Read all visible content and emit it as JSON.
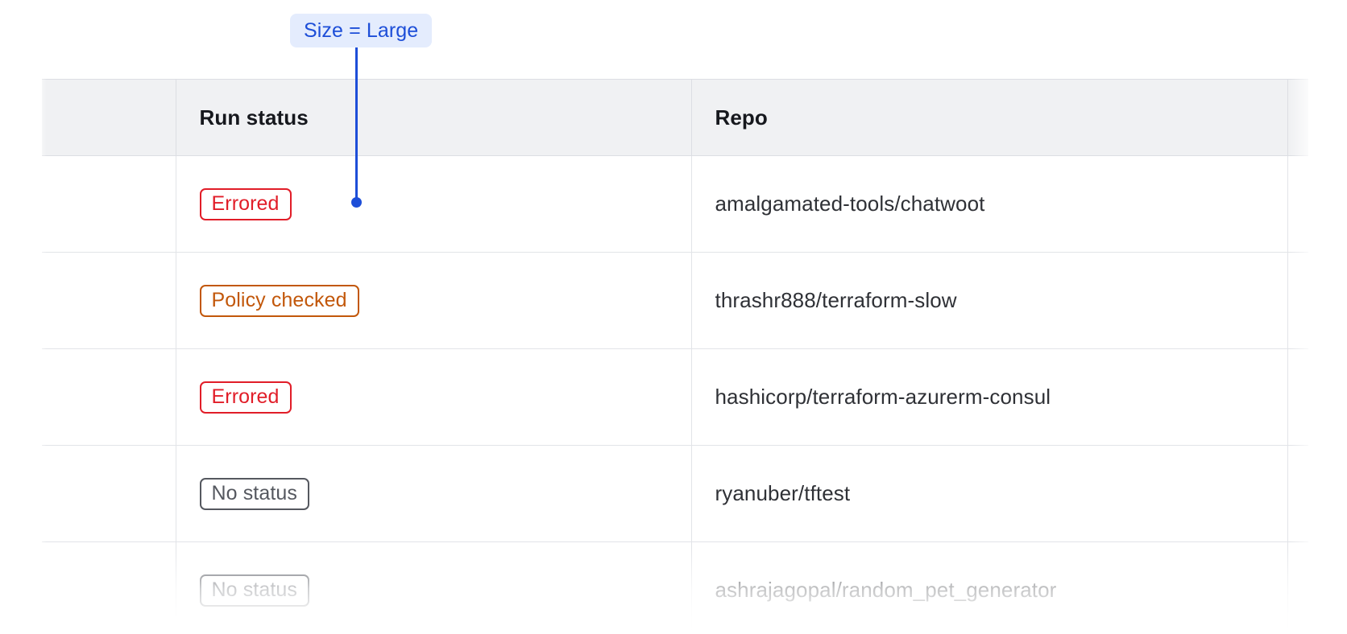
{
  "annotation": {
    "label": "Size = Large",
    "badge_bg": "#e4ecfd",
    "text_color": "#1d4ed8",
    "leader_color": "#1d4ed8",
    "points_to": "run-status-cell-row-1"
  },
  "table": {
    "columns": [
      {
        "key": "spacer",
        "label": ""
      },
      {
        "key": "run_status",
        "label": "Run status"
      },
      {
        "key": "repo",
        "label": "Repo"
      },
      {
        "key": "tail",
        "label": ""
      }
    ],
    "header_bg": "#f0f1f3",
    "header_text_color": "#16181d",
    "rows": [
      {
        "status": "Errored",
        "status_variant": "errored",
        "repo": "amalgamated-tools/chatwoot",
        "faded": false
      },
      {
        "status": "Policy checked",
        "status_variant": "policy",
        "repo": "thrashr888/terraform-slow",
        "faded": false
      },
      {
        "status": "Errored",
        "status_variant": "errored",
        "repo": "hashicorp/terraform-azurerm-consul",
        "faded": false
      },
      {
        "status": "No status",
        "status_variant": "nostatus",
        "repo": "ryanuber/tftest",
        "faded": false
      },
      {
        "status": "No status",
        "status_variant": "nostatus",
        "repo": "ashrajagopal/random_pet_generator",
        "faded": true
      }
    ]
  },
  "status_colors": {
    "errored": "#e11d28",
    "policy": "#c2570a",
    "nostatus": "#55585f"
  }
}
